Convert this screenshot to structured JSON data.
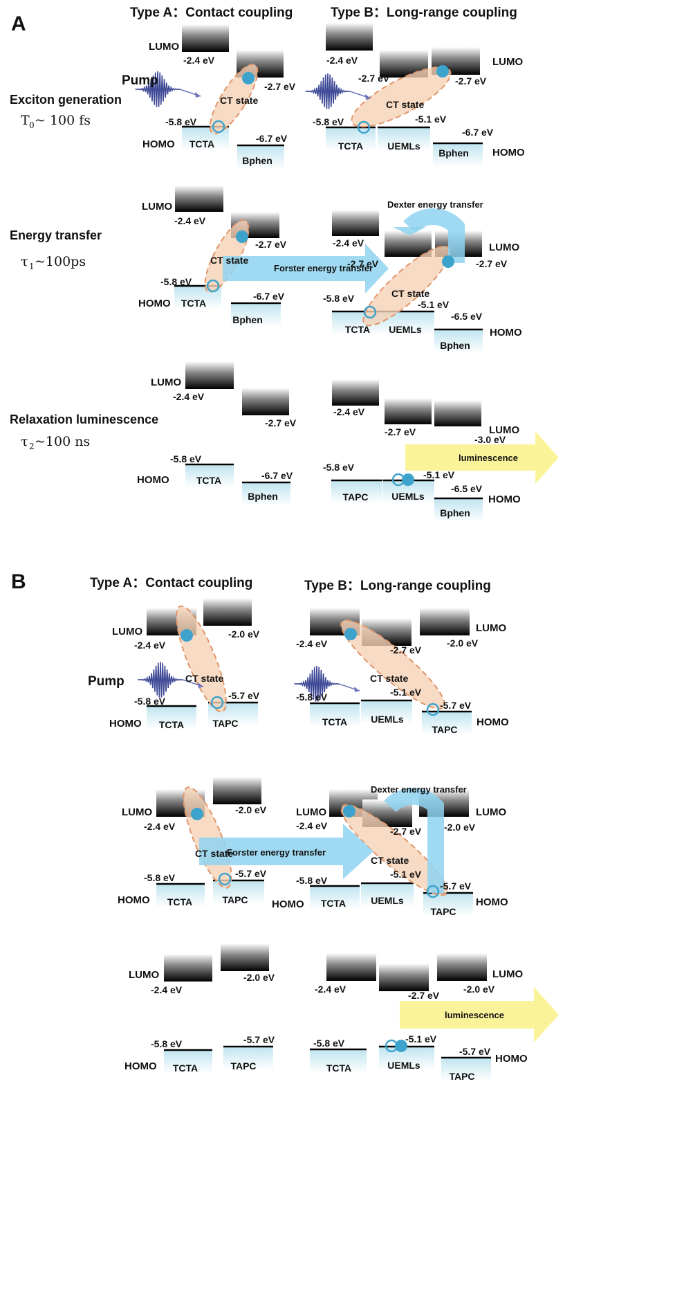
{
  "colors": {
    "ct_fill": "#f6d2b6",
    "ct_stroke": "#e0956a",
    "carrier": "#3ea3cc",
    "arrow_blue": "#8fd3f0",
    "arrow_yellow": "#fbf39a",
    "pump_red": "#e0201a",
    "uemls_text": "#f0a500",
    "dexter_text": "#d4201a",
    "forster_text": "#8a4aa0",
    "lumi_text": "#d4201a"
  },
  "panelA": {
    "label": "A",
    "typeA": "Type A：Contact coupling",
    "typeB": "Type B：Long-range coupling",
    "row1": {
      "left_label": "Exciton generation",
      "time_main": "T",
      "time_sub": "0",
      "time_rest": "~ 100 fs",
      "A": {
        "lumo": "LUMO",
        "e1": "-2.4 eV",
        "e2": "-2.7 eV",
        "ct": "CT state",
        "h1": "-5.8 eV",
        "h2": "-6.7 eV",
        "homo": "HOMO",
        "m1": "TCTA",
        "m2": "Bphen",
        "pump": "Pump"
      },
      "B": {
        "e1": "-2.4 eV",
        "e2": "-2.7 eV",
        "e3": "-2.7 eV",
        "lumo": "LUMO",
        "ct": "CT state",
        "h1": "-5.8 eV",
        "h2": "-5.1 eV",
        "h3": "-6.7 eV",
        "m1": "TCTA",
        "m2": "UEMLs",
        "m3": "Bphen",
        "homo": "HOMO"
      }
    },
    "row2": {
      "left_label": "Energy transfer",
      "time_main": "τ",
      "time_sub": "1",
      "time_rest": "~100ps",
      "A": {
        "lumo": "LUMO",
        "e1": "-2.4 eV",
        "e2": "-2.7 eV",
        "ct": "CT state",
        "h1": "-5.8 eV",
        "h2": "-6.7 eV",
        "homo": "HOMO",
        "m1": "TCTA",
        "m2": "Bphen"
      },
      "forster": "Forster energy transfer",
      "dexter": "Dexter energy transfer",
      "B": {
        "e1": "-2.4 eV",
        "e2": "-2.7 eV",
        "e3": "-2.7 eV",
        "lumo": "LUMO",
        "ct": "CT state",
        "h1": "-5.8 eV",
        "h2": "-5.1 eV",
        "h3": "-6.5 eV",
        "homo": "HOMO",
        "m1": "TCTA",
        "m2": "UEMLs",
        "m3": "Bphen"
      }
    },
    "row3": {
      "left_label": "Relaxation luminescence",
      "time_main": "τ",
      "time_sub": "2",
      "time_rest": "~100 ns",
      "A": {
        "lumo": "LUMO",
        "e1": "-2.4 eV",
        "e2": "-2.7 eV",
        "h1": "-5.8 eV",
        "h2": "-6.7 eV",
        "homo": "HOMO",
        "m1": "TCTA",
        "m2": "Bphen"
      },
      "B": {
        "e1": "-2.4 eV",
        "e2": "-2.7 eV",
        "e3": "-3.0 eV",
        "lumo": "LUMO",
        "lum": "luminescence",
        "h1": "-5.8 eV",
        "h2": "-5.1 eV",
        "h3": "-6.5 eV",
        "homo": "HOMO",
        "m1": "TAPC",
        "m2": "UEMLs",
        "m3": "Bphen"
      }
    }
  },
  "panelB": {
    "label": "B",
    "typeA": "Type A：Contact coupling",
    "typeB": "Type B：Long-range coupling",
    "row1": {
      "A": {
        "lumo": "LUMO",
        "e1": "-2.4 eV",
        "e2": "-2.0 eV",
        "ct": "CT state",
        "h1": "-5.8 eV",
        "h2": "-5.7 eV",
        "homo": "HOMO",
        "m1": "TCTA",
        "m2": "TAPC",
        "pump": "Pump"
      },
      "B": {
        "e1": "-2.4 eV",
        "e2": "-2.7 eV",
        "e3": "-2.0 eV",
        "lumo": "LUMO",
        "ct": "CT state",
        "h1": "-5.8 eV",
        "h2": "-5.1 eV",
        "h3": "-5.7 eV",
        "homo": "HOMO",
        "m1": "TCTA",
        "m2": "UEMLs",
        "m3": "TAPC"
      }
    },
    "row2": {
      "A": {
        "lumo": "LUMO",
        "e1": "-2.4 eV",
        "e2": "-2.0 eV",
        "ct": "CT state",
        "h1": "-5.8 eV",
        "h2": "-5.7 eV",
        "homo": "HOMO",
        "m1": "TCTA",
        "m2": "TAPC"
      },
      "forster": "Forster energy transfer",
      "dexter": "Dexter energy transfer",
      "B": {
        "lumo_l": "LUMO",
        "e1": "-2.4 eV",
        "e2": "-2.7 eV",
        "e3": "-2.0 eV",
        "lumo": "LUMO",
        "ct": "CT state",
        "h1": "-5.8 eV",
        "h2": "-5.1 eV",
        "h3": "-5.7 eV",
        "homo_l": "HOMO",
        "homo": "HOMO",
        "m1": "TCTA",
        "m2": "UEMLs",
        "m3": "TAPC"
      }
    },
    "row3": {
      "A": {
        "lumo": "LUMO",
        "e1": "-2.4 eV",
        "e2": "-2.0 eV",
        "h1": "-5.8 eV",
        "h2": "-5.7 eV",
        "homo": "HOMO",
        "m1": "TCTA",
        "m2": "TAPC"
      },
      "B": {
        "e1": "-2.4 eV",
        "e2": "-2.7 eV",
        "e3": "-2.0 eV",
        "lumo": "LUMO",
        "lum": "luminescence",
        "h1": "-5.8 eV",
        "h2": "-5.1 eV",
        "h3": "-5.7 eV",
        "homo": "HOMO",
        "m1": "TCTA",
        "m2": "UEMLs",
        "m3": "TAPC"
      }
    }
  }
}
